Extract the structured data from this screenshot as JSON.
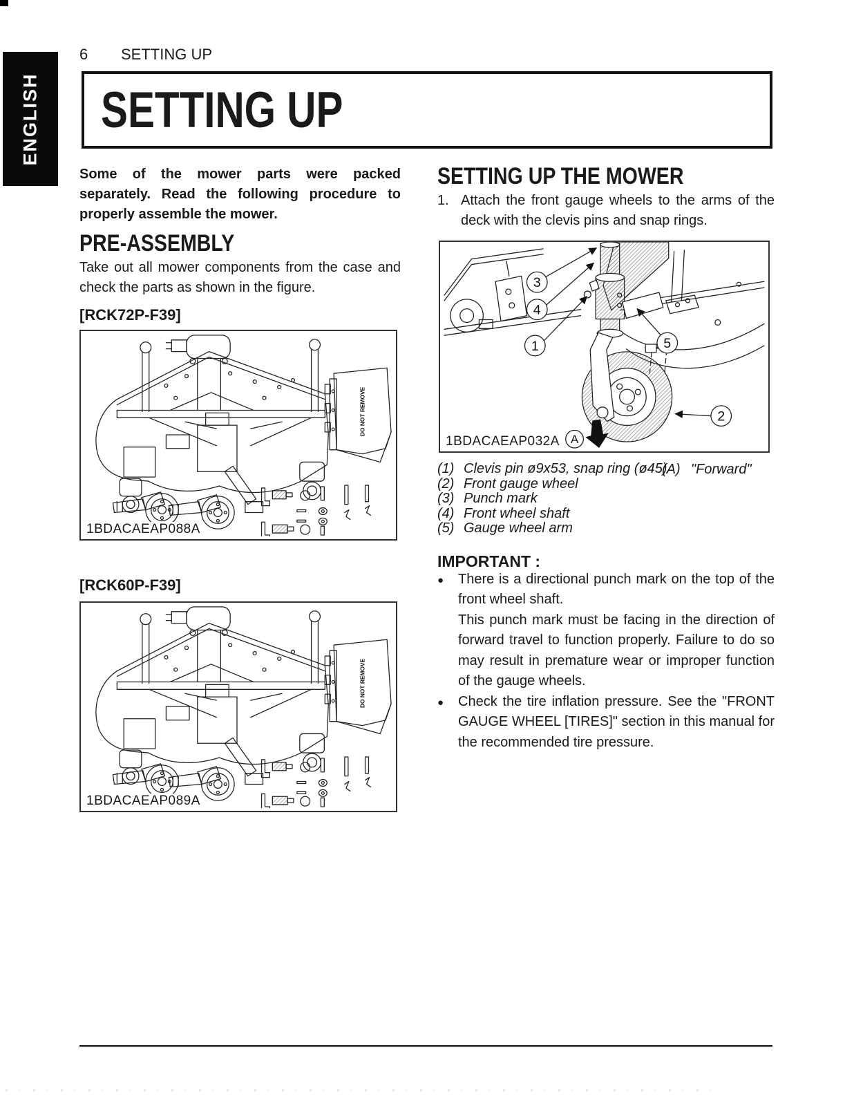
{
  "page": {
    "language_tab": "ENGLISH",
    "header": {
      "page_number": "6",
      "section": "SETTING UP"
    },
    "title": "SETTING UP"
  },
  "intro_text": "Some of the mower parts were packed separately. Read the following procedure to properly assemble the mower.",
  "left": {
    "heading": "PRE-ASSEMBLY",
    "body": "Take out all mower components from the case and check the parts as shown in the figure.",
    "figures": [
      {
        "model": "[RCK72P-F39]",
        "caption": "1BDACAEAP088A",
        "part_note": "DO NOT REMOVE"
      },
      {
        "model": "[RCK60P-F39]",
        "caption": "1BDACAEAP089A",
        "part_note": "DO NOT REMOVE"
      }
    ]
  },
  "right": {
    "heading": "SETTING UP THE MOWER",
    "step": {
      "number": "1.",
      "text": "Attach the front gauge wheels to the arms of the deck with the clevis pins and snap rings."
    },
    "figure": {
      "caption": "1BDACAEAP032A",
      "callouts": {
        "c1": "1",
        "c2": "2",
        "c3": "3",
        "c4": "4",
        "c5": "5",
        "ca": "A"
      }
    },
    "legend": {
      "items": [
        {
          "key": "(1)",
          "label": "Clevis pin ø9x53, snap ring (ø45)"
        },
        {
          "key": "(2)",
          "label": "Front gauge wheel"
        },
        {
          "key": "(3)",
          "label": "Punch mark"
        },
        {
          "key": "(4)",
          "label": "Front wheel shaft"
        },
        {
          "key": "(5)",
          "label": "Gauge wheel arm"
        }
      ],
      "side": {
        "key": "(A)",
        "label": "\"Forward\""
      }
    },
    "important": {
      "heading": "IMPORTANT :",
      "bullet_glyph": "●",
      "bullets": [
        "There is a directional punch mark on the top of the front wheel shaft.\nThis punch mark must be facing in the direction of forward travel to function properly. Failure to do so may result in premature wear or improper function of the gauge wheels.",
        "Check the tire inflation pressure. See the \"FRONT GAUGE WHEEL [TIRES]\" section in this manual for the recommended tire pressure."
      ]
    }
  }
}
